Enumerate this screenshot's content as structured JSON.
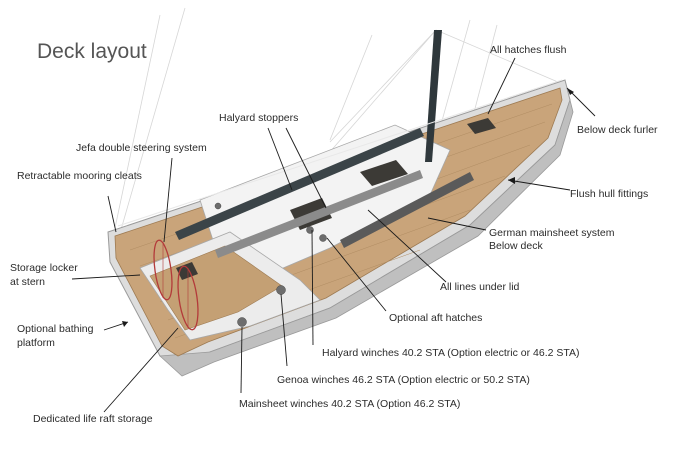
{
  "title": "Deck layout",
  "colors": {
    "teak": "#c9a47a",
    "teak_dark": "#a98359",
    "deck_white": "#f2f2f2",
    "hull": "#dcdcdc",
    "mast": "#333d42",
    "leader": "#1a1a1a"
  },
  "labels": {
    "all_hatches_flush": "All hatches flush",
    "below_deck_furler": "Below deck furler",
    "halyard_stoppers": "Halyard stoppers",
    "jefa_steering": "Jefa double steering system",
    "flush_hull_fittings": "Flush hull fittings",
    "retractable_cleats": "Retractable mooring cleats",
    "german_mainsheet_1": "German mainsheet system",
    "german_mainsheet_2": "Below deck",
    "storage_locker_1": "Storage locker",
    "storage_locker_2": "at stern",
    "all_lines_under_lid": "All lines under lid",
    "optional_aft_hatches": "Optional aft hatches",
    "bathing_platform_1": "Optional bathing",
    "bathing_platform_2": "platform",
    "halyard_winches": "Halyard winches 40.2 STA (Option electric or 46.2 STA)",
    "genoa_winches": "Genoa winches 46.2 STA (Option electric or 50.2 STA)",
    "mainsheet_winches": "Mainsheet winches 40.2 STA (Option 46.2 STA)",
    "life_raft_storage": "Dedicated life raft storage"
  }
}
